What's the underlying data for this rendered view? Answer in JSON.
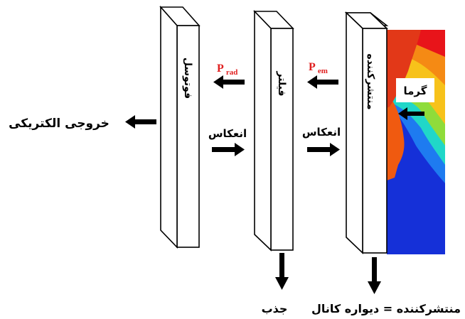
{
  "labels": {
    "electrical_output": "خروجی الکتریکی",
    "photocell": "فوتوسل",
    "filter": "فیلتر",
    "emitter": "منتشرکننده",
    "heat": "گرما",
    "reflection_left": "انعکاس",
    "reflection_right": "انعکاس",
    "absorption": "جذب",
    "emitter_equals_channel_wall": "منتشرکننده = دیواره کانال",
    "p_rad_main": "P",
    "p_rad_sub": "rad",
    "p_em_main": "P",
    "p_em_sub": "em"
  },
  "colors": {
    "power_label": "#e02020",
    "arrow": "#000000",
    "panel_stroke": "#000000",
    "panel_fill": "#ffffff"
  }
}
